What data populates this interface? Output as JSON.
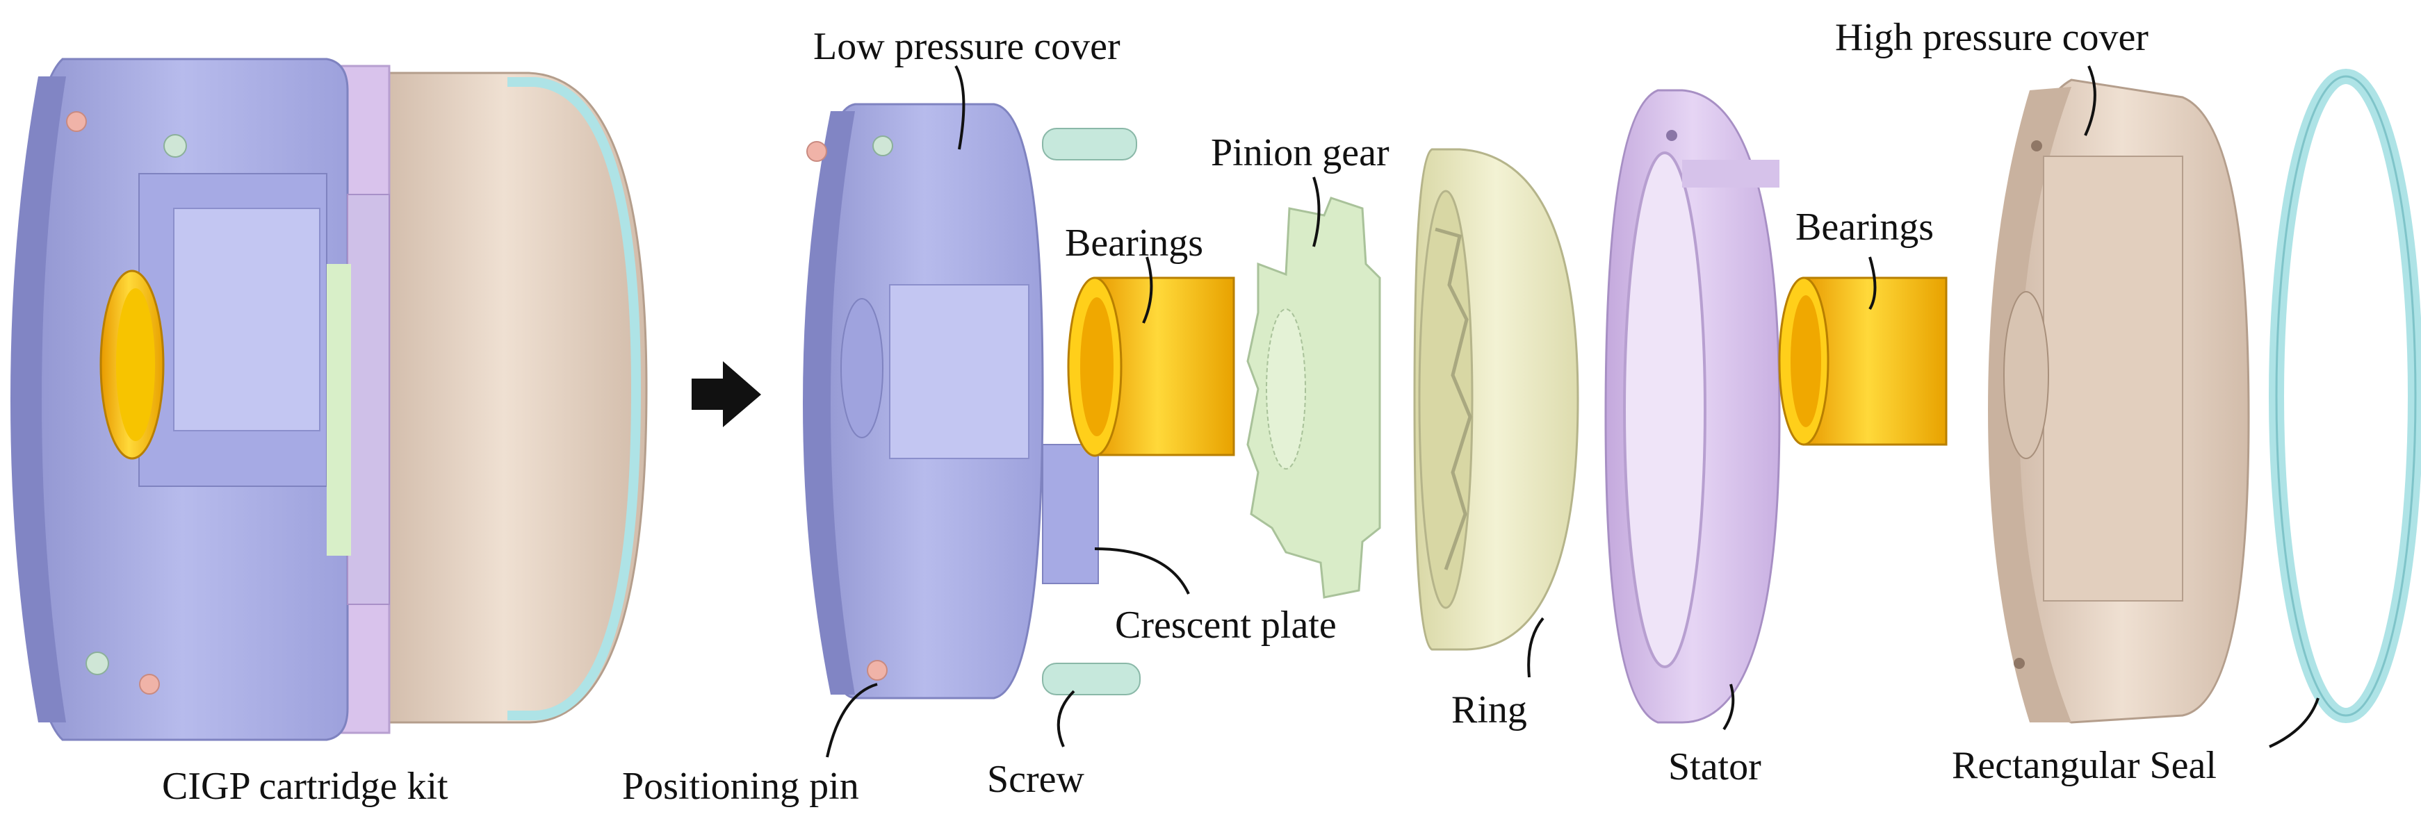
{
  "labels": {
    "low_pressure_cover": "Low pressure cover",
    "pinion_gear": "Pinion gear",
    "bearings_left": "Bearings",
    "bearings_right": "Bearings",
    "high_pressure_cover": "High pressure cover",
    "crescent_plate": "Crescent plate",
    "ring": "Ring",
    "stator": "Stator",
    "positioning_pin": "Positioning pin",
    "screw": "Screw",
    "rectangular_seal": "Rectangular Seal",
    "cartridge_kit": "CIGP cartridge kit"
  },
  "colors": {
    "lavender_cover": "#aeb2e6",
    "gold_bearing": "#f2b400",
    "pale_green_gear": "#d9ecc8",
    "cream_ring": "#ecebc4",
    "lilac_stator": "#d8c2ec",
    "tan_cover": "#e6d2c2",
    "seal_cyan": "#bfe9ea",
    "arrow": "#111111"
  },
  "icons": {
    "arrow": "right-arrow-icon"
  }
}
